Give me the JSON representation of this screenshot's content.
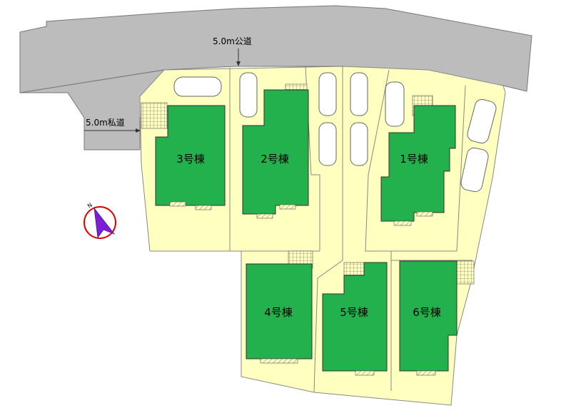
{
  "roads": {
    "public_road_label": "5.0m公道",
    "private_road_label": "5.0m私道"
  },
  "buildings": [
    {
      "id": "b1",
      "label": "1号棟"
    },
    {
      "id": "b2",
      "label": "2号棟"
    },
    {
      "id": "b3",
      "label": "3号棟"
    },
    {
      "id": "b4",
      "label": "4号棟"
    },
    {
      "id": "b5",
      "label": "5号棟"
    },
    {
      "id": "b6",
      "label": "6号棟"
    }
  ],
  "compass": {
    "letter": "N"
  },
  "colors": {
    "road": "#bcbcbc",
    "lot": "#ffffc0",
    "building": "#22b14c",
    "compass_ring": "#e00000",
    "compass_needle": "#7a1fd6"
  }
}
